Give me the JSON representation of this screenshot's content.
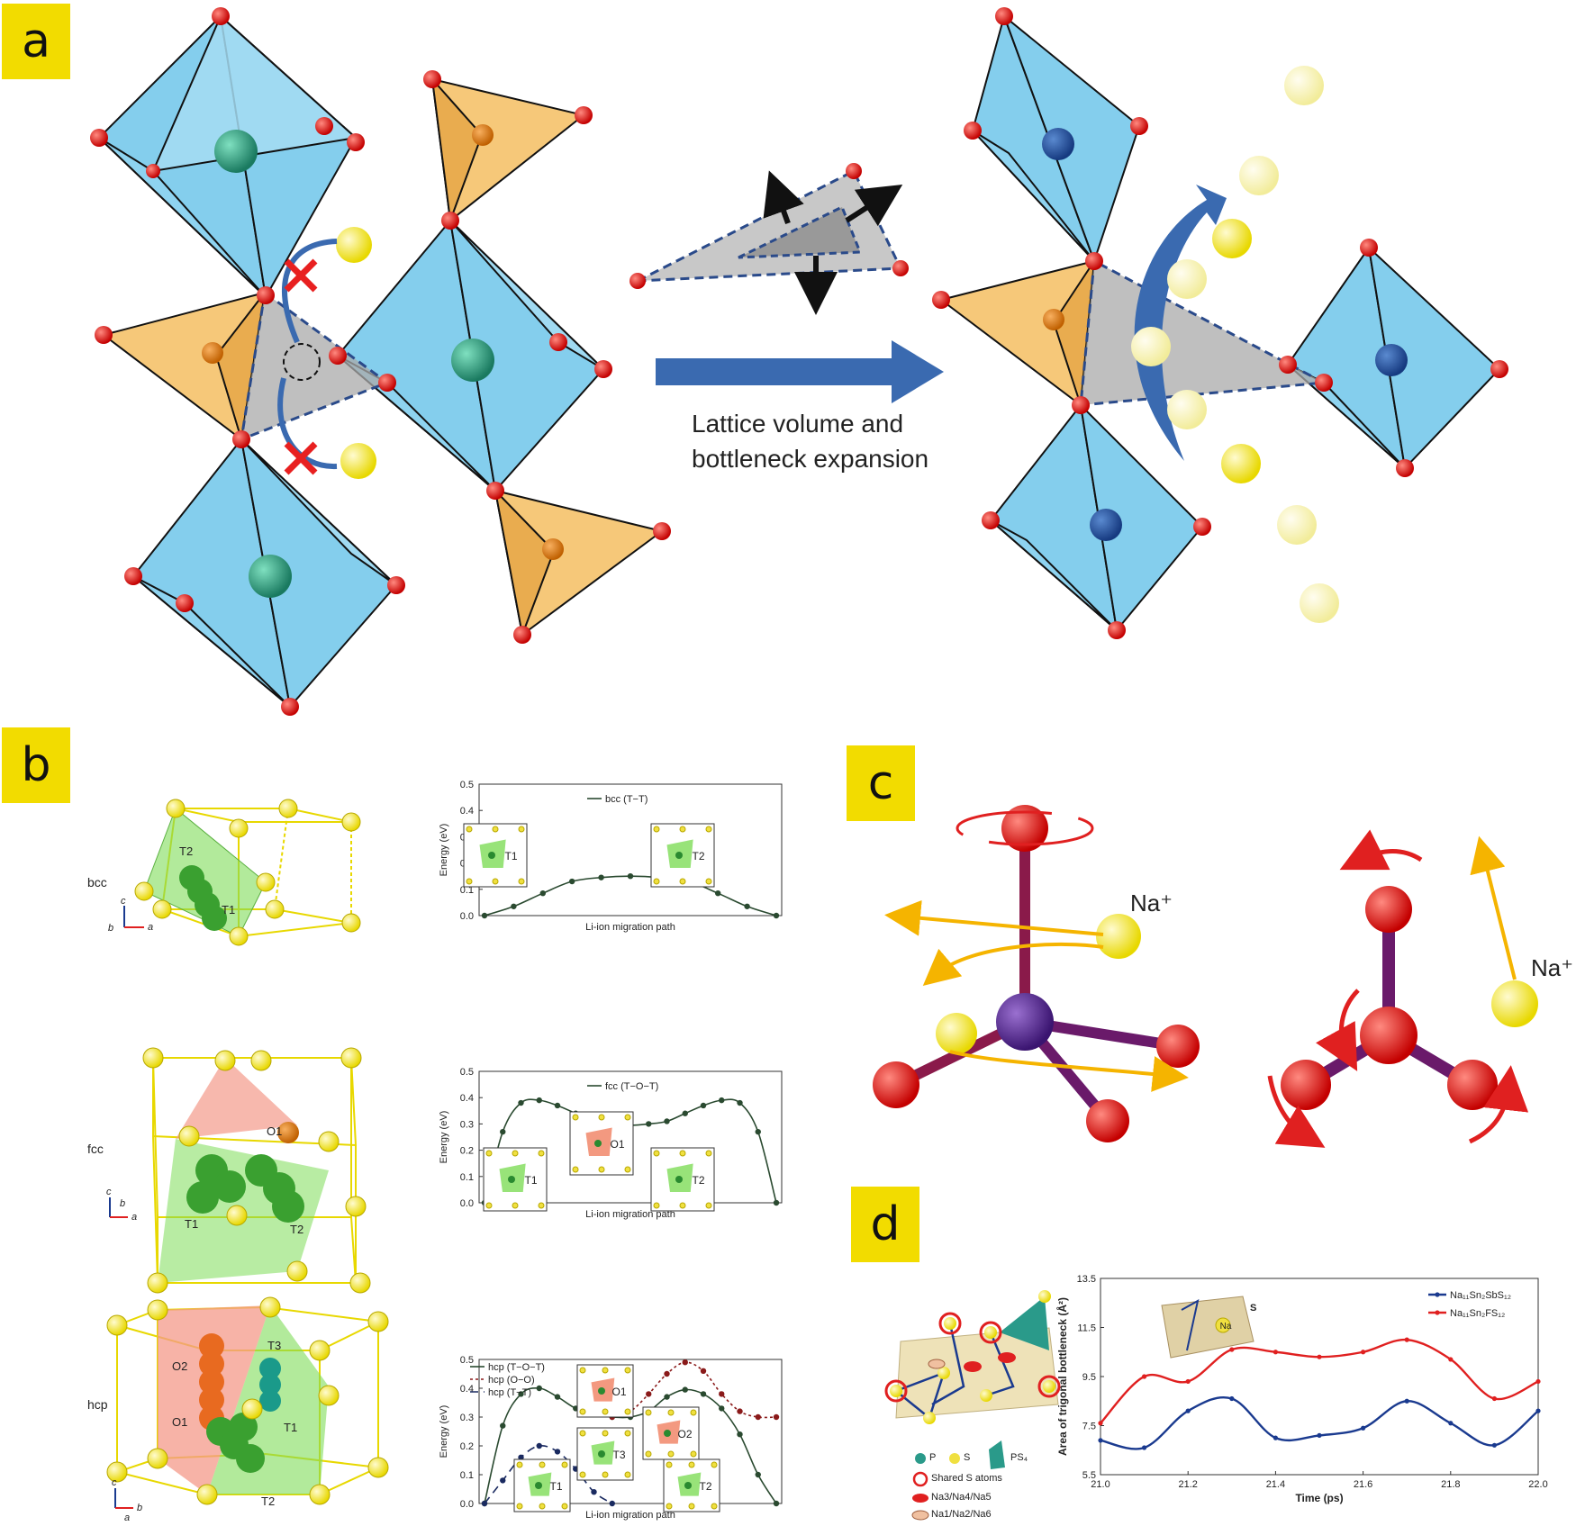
{
  "panels": {
    "a": "a",
    "b": "b",
    "c": "c",
    "d": "d"
  },
  "panel_a": {
    "arrow_caption_line1": "Lattice volume and",
    "arrow_caption_line2": "bottleneck expansion"
  },
  "panel_b": {
    "structures": [
      "bcc",
      "fcc",
      "hcp"
    ],
    "site_labels": {
      "t1": "T1",
      "t2": "T2",
      "t3": "T3",
      "o1": "O1",
      "o2": "O2"
    },
    "axes_labels": {
      "a": "a",
      "b": "b",
      "c": "c"
    },
    "y_label": "Energy (eV)",
    "x_label": "Li-ion migration path",
    "y_ticks": [
      "0.0",
      "0.1",
      "0.2",
      "0.3",
      "0.4",
      "0.5"
    ]
  },
  "panel_c": {
    "ion_label_left": "Na⁺",
    "ion_label_right": "Na⁺"
  },
  "panel_d": {
    "legend": {
      "p": "P",
      "s": "S",
      "ps4": "PS₄",
      "shared": "Shared S atoms",
      "na345": "Na3/Na4/Na5",
      "na126": "Na1/Na2/Na6"
    },
    "inset_label": "Na",
    "inset_s": "S"
  },
  "chart_data": [
    {
      "type": "line",
      "title": "",
      "xlabel": "Li-ion migration path",
      "ylabel": "Energy (eV)",
      "ylim": [
        0,
        0.5
      ],
      "x": [
        0,
        1,
        2,
        3,
        4,
        5,
        6,
        7,
        8,
        9,
        10
      ],
      "series": [
        {
          "name": "bcc (T−T)",
          "values": [
            0.0,
            0.035,
            0.085,
            0.13,
            0.145,
            0.15,
            0.145,
            0.13,
            0.085,
            0.035,
            0.0
          ]
        }
      ],
      "legend": "top-center",
      "insets": [
        "T1",
        "T2"
      ]
    },
    {
      "type": "line",
      "title": "",
      "xlabel": "Li-ion migration path",
      "ylabel": "Energy (eV)",
      "ylim": [
        0,
        0.5
      ],
      "x": [
        0,
        1,
        2,
        3,
        4,
        5,
        6,
        7,
        8,
        9,
        10,
        11,
        12,
        13,
        14,
        15,
        16
      ],
      "series": [
        {
          "name": "fcc (T−O−T)",
          "values": [
            0.0,
            0.27,
            0.38,
            0.39,
            0.37,
            0.34,
            0.31,
            0.3,
            0.295,
            0.3,
            0.31,
            0.34,
            0.37,
            0.39,
            0.38,
            0.27,
            0.0
          ]
        }
      ],
      "legend": "top-center",
      "insets": [
        "T1",
        "O1",
        "T2"
      ]
    },
    {
      "type": "line",
      "title": "",
      "xlabel": "Li-ion migration path",
      "ylabel": "Energy (eV)",
      "ylim": [
        0,
        0.5
      ],
      "x": [
        0,
        1,
        2,
        3,
        4,
        5,
        6,
        7,
        8,
        9,
        10,
        11,
        12,
        13,
        14,
        15,
        16
      ],
      "series": [
        {
          "name": "hcp (T−O−T)",
          "values": [
            0.0,
            0.27,
            0.38,
            0.4,
            0.37,
            0.33,
            0.31,
            0.3,
            0.3,
            0.32,
            0.37,
            0.395,
            0.38,
            0.33,
            0.24,
            0.1,
            0.0
          ]
        },
        {
          "name": "hcp (O−O)",
          "values": [
            null,
            null,
            null,
            null,
            null,
            null,
            null,
            0.3,
            0.32,
            0.38,
            0.45,
            0.49,
            0.46,
            0.38,
            0.32,
            0.3,
            0.3
          ]
        },
        {
          "name": "hcp (T−T)",
          "values": [
            0.0,
            0.08,
            0.16,
            0.2,
            0.18,
            0.12,
            0.04,
            0.0,
            null,
            null,
            null,
            null,
            null,
            null,
            null,
            null,
            null
          ]
        }
      ],
      "legend": "top-left",
      "insets": [
        "O1",
        "O2",
        "T3",
        "T1",
        "T2"
      ]
    },
    {
      "type": "line",
      "title": "",
      "xlabel": "Time (ps)",
      "ylabel": "Area of trigonal bottleneck (Å²)",
      "xlim": [
        21.0,
        22.0
      ],
      "ylim": [
        5.5,
        13.5
      ],
      "x_ticks": [
        "21.0",
        "21.2",
        "21.4",
        "21.6",
        "21.8",
        "22.0"
      ],
      "y_ticks": [
        "5.5",
        "7.5",
        "9.5",
        "11.5",
        "13.5"
      ],
      "x": [
        21.0,
        21.1,
        21.2,
        21.3,
        21.4,
        21.5,
        21.6,
        21.7,
        21.8,
        21.9,
        22.0
      ],
      "series": [
        {
          "name": "Na₁₁Sn₂SbS₁₂",
          "color": "#1a3a8f",
          "values": [
            6.9,
            6.6,
            8.1,
            8.6,
            7.0,
            7.1,
            7.4,
            8.5,
            7.6,
            6.7,
            8.1
          ]
        },
        {
          "name": "Na₁₁Sn₂FS₁₂",
          "color": "#e02020",
          "values": [
            7.6,
            9.5,
            9.3,
            10.6,
            10.5,
            10.3,
            10.5,
            11.0,
            10.2,
            8.6,
            9.3
          ]
        }
      ],
      "legend": "top-right"
    }
  ]
}
